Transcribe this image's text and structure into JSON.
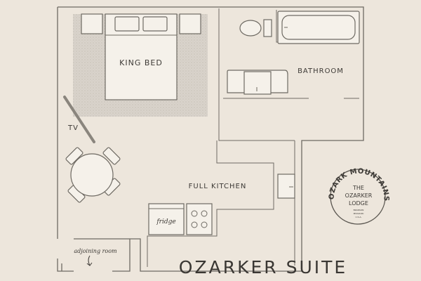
{
  "title": "OZARKER SUITE",
  "rooms": {
    "bed": "KING BED",
    "bathroom": "BATHROOM",
    "tv": "TV",
    "kitchen": "FULL KITCHEN",
    "fridge": "fridge",
    "adjoining": "adjoining room"
  },
  "seal": {
    "arc": "OZARK MOUNTAINS",
    "line1": "THE",
    "line2": "OZARKER",
    "line3": "LODGE",
    "small1": "BRANSON",
    "small2": "MISSOURI",
    "small3": "U.S.A."
  },
  "colors": {
    "background": "#ede6dc",
    "line": "#6e6a63",
    "rug": "#d6d0c8"
  }
}
